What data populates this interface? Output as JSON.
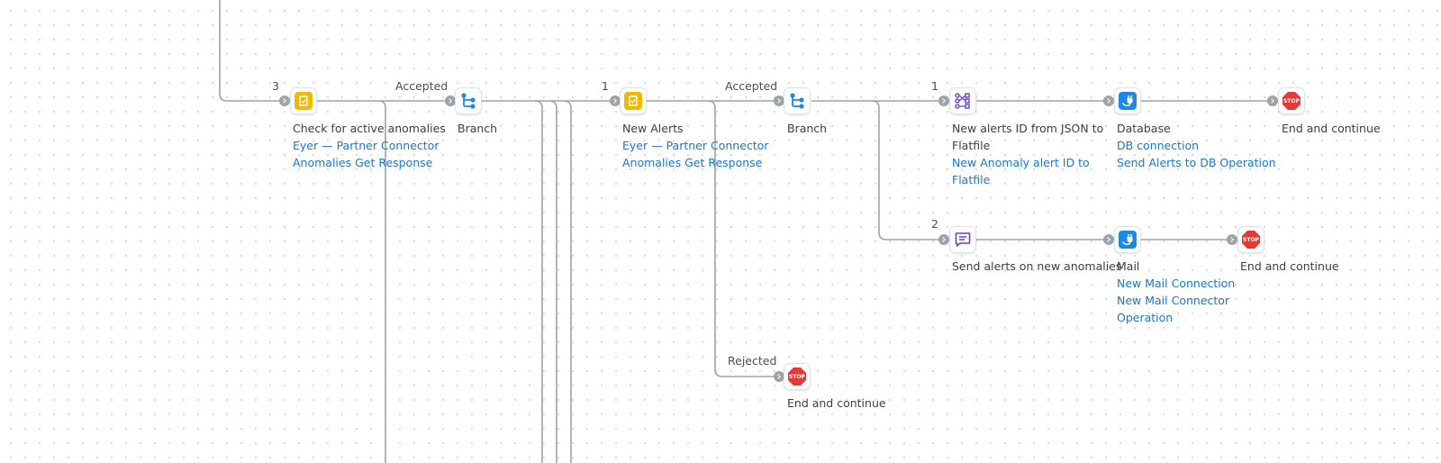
{
  "colors": {
    "wire": "#9ea3a9",
    "link": "#1976d2",
    "task_icon": "#f5b800",
    "branch_icon": "#1e88e5",
    "mapper_icon": "#6a3fd1",
    "message_icon": "#6a3fd1",
    "connector_icon": "#1e88e5",
    "stop_icon": "#e53935"
  },
  "edge_labels": {
    "accepted_1": "Accepted",
    "accepted_2": "Accepted",
    "rejected": "Rejected"
  },
  "nodes": {
    "check_anomalies": {
      "count": "3",
      "icon": "clipboard-check-icon",
      "title": "Check for active anomalies",
      "link1": "Eyer — Partner Connector",
      "link2": "Anomalies Get Response"
    },
    "branch_1": {
      "icon": "branch-icon",
      "title": "Branch"
    },
    "new_alerts": {
      "count": "1",
      "icon": "clipboard-check-icon",
      "title": "New Alerts",
      "link1": "Eyer — Partner Connector",
      "link2": "Anomalies Get Response"
    },
    "branch_2": {
      "icon": "branch-icon",
      "title": "Branch"
    },
    "json_to_flatfile": {
      "count": "1",
      "icon": "mapper-icon",
      "title_line1": "New alerts ID from JSON to",
      "title_line2": "Flatfile",
      "link1_line1": "New Anomaly alert ID to",
      "link1_line2": "Flatfile"
    },
    "database": {
      "icon": "plug-icon",
      "title": "Database",
      "link1": "DB connection",
      "link2": "Send Alerts to DB Operation"
    },
    "end_top": {
      "icon": "stop-icon",
      "stop_text": "STOP",
      "title": "End and continue"
    },
    "send_alerts": {
      "count": "2",
      "icon": "message-icon",
      "title": "Send alerts on new anomalies"
    },
    "mail": {
      "icon": "plug-icon",
      "title": "Mail",
      "link1": "New Mail Connection",
      "link2_line1": "New Mail Connector",
      "link2_line2": "Operation"
    },
    "end_mail": {
      "icon": "stop-icon",
      "stop_text": "STOP",
      "title": "End and continue"
    },
    "end_rejected": {
      "icon": "stop-icon",
      "stop_text": "STOP",
      "title": "End and continue"
    }
  }
}
